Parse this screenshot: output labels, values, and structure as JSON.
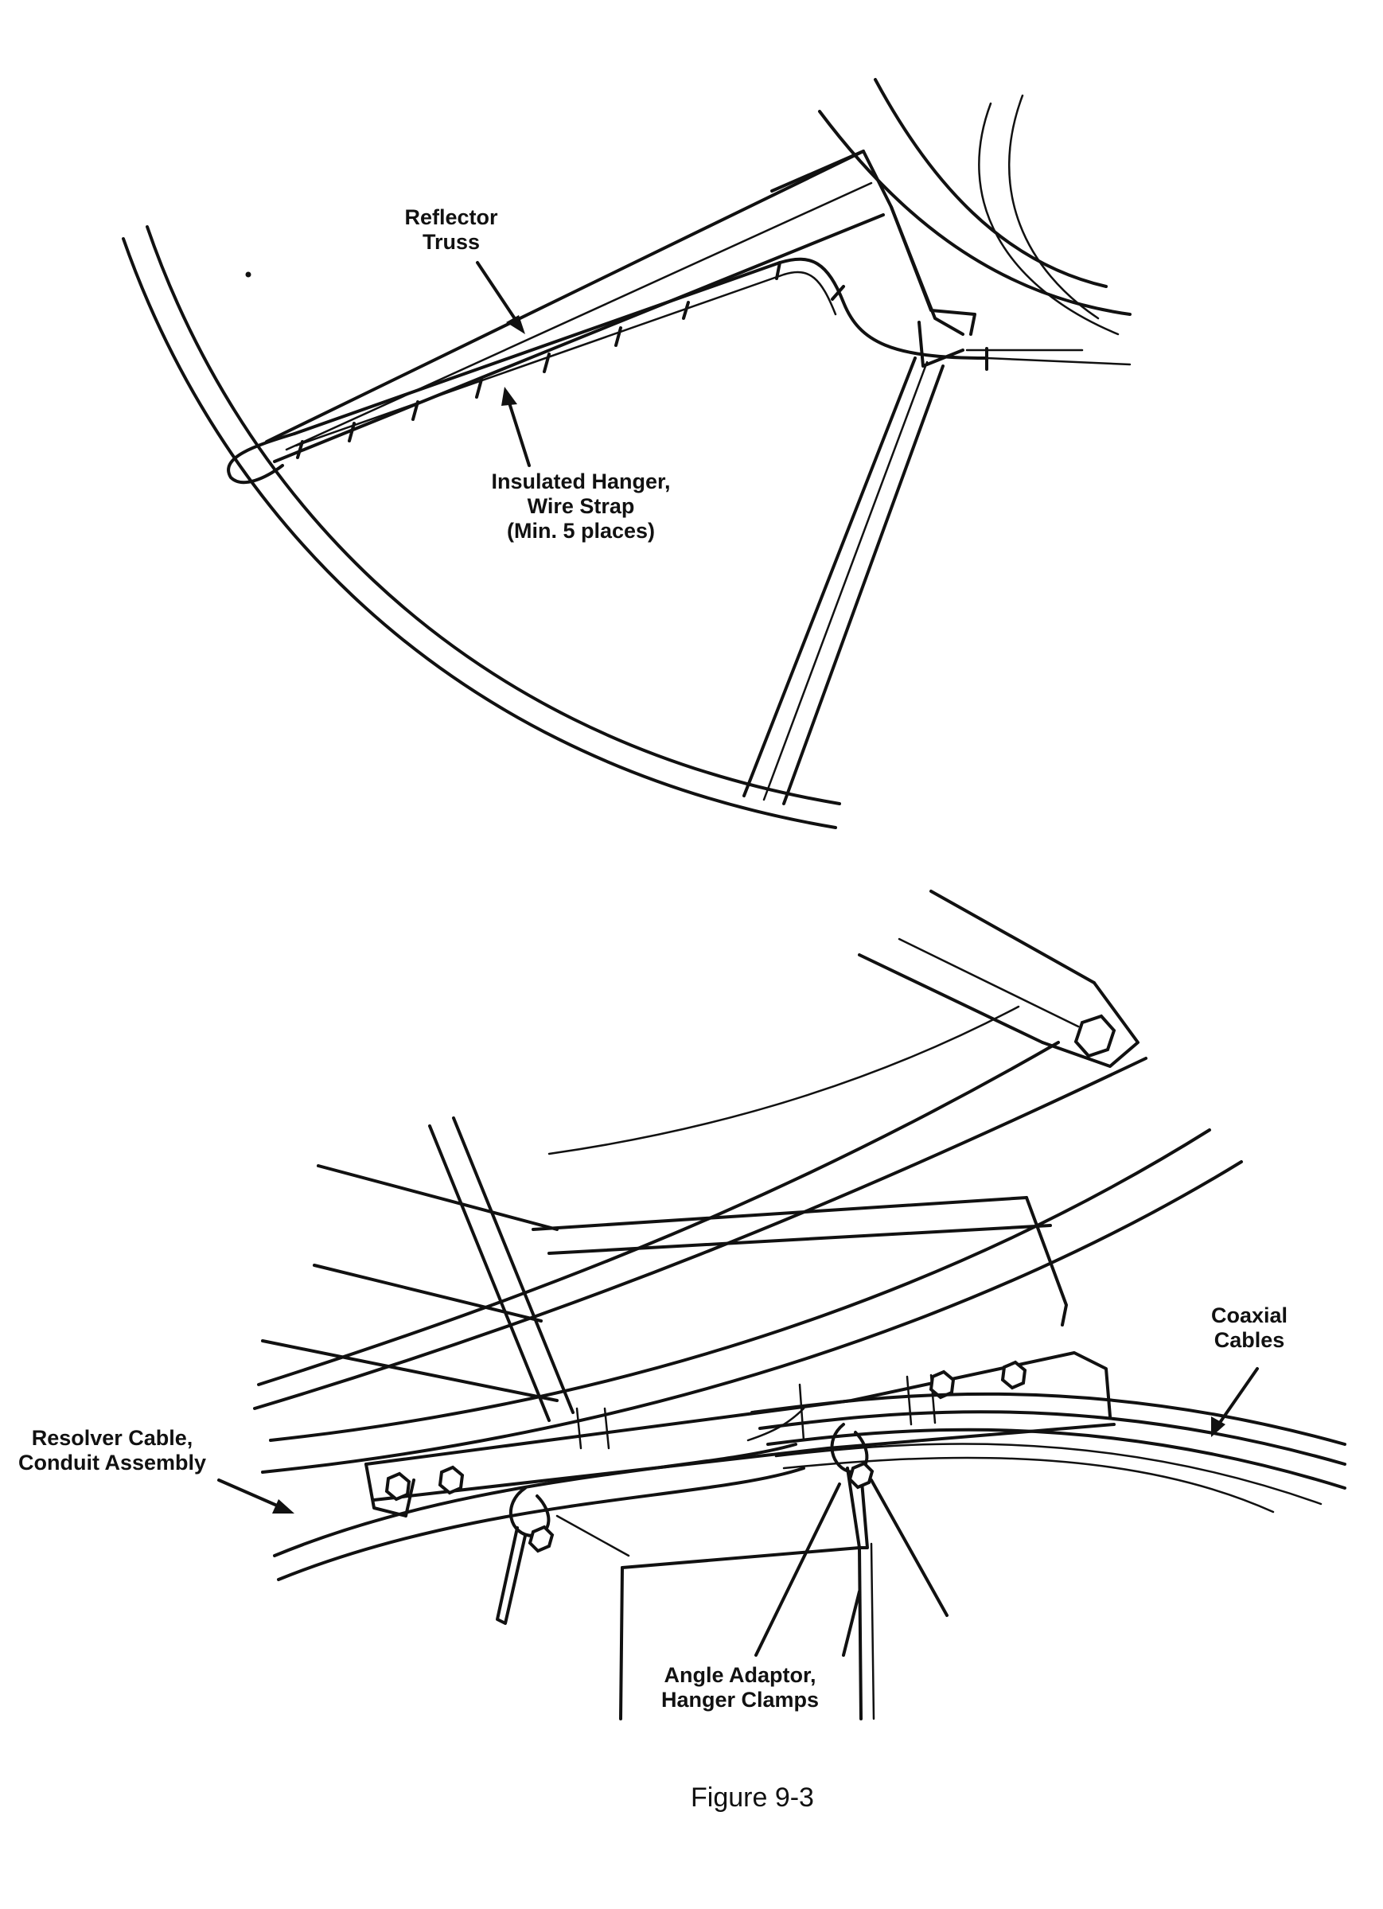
{
  "figure": {
    "caption": "Figure 9-3"
  },
  "top_view": {
    "labels": {
      "reflector_truss": [
        "Reflector",
        "Truss"
      ],
      "insulated_hanger": [
        "Insulated Hanger,",
        "Wire Strap",
        "(Min. 5 places)"
      ]
    }
  },
  "bottom_view": {
    "labels": {
      "coaxial_cables": [
        "Coaxial",
        "Cables"
      ],
      "resolver_cable": [
        "Resolver Cable,",
        "Conduit Assembly"
      ],
      "angle_adaptor": [
        "Angle Adaptor,",
        "Hanger Clamps"
      ]
    }
  },
  "colors": {
    "ink": "#111111",
    "paper": "#ffffff"
  }
}
